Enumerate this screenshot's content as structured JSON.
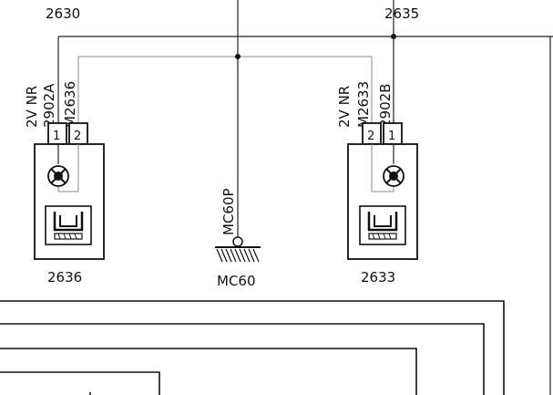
{
  "header": {
    "left_ref": "2630",
    "right_ref": "2635"
  },
  "components": {
    "left": {
      "id": "2636",
      "pins": [
        "1",
        "2"
      ],
      "wire_labels": [
        "2V NR",
        "2902A",
        "M2636"
      ]
    },
    "right": {
      "id": "2633",
      "pins": [
        "2",
        "1"
      ],
      "wire_labels": [
        "2V NR",
        "M2633",
        "2902B"
      ]
    }
  },
  "ground": {
    "wire_label": "MC60P",
    "name": "MC60"
  },
  "colors": {
    "line": "#111111",
    "background": "#ffffff"
  }
}
